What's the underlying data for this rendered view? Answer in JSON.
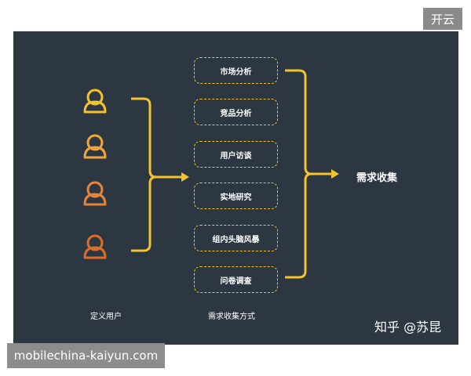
{
  "badge": "开云",
  "watermark": "mobilechina-kaiyun.com",
  "users": {
    "caption": "定义用户",
    "colors": [
      "#f2c32e",
      "#f0a53a",
      "#e8843a",
      "#dd6b2a"
    ]
  },
  "methods": {
    "caption": "需求收集方式",
    "items": [
      "市场分析",
      "竞品分析",
      "用户访谈",
      "实地研究",
      "组内头脑风暴",
      "问卷调查"
    ]
  },
  "result": "需求收集",
  "credit": "知乎 @苏昆",
  "colors": {
    "panel": "#2d3741",
    "accent": "#f2c32e",
    "text": "#ffffff"
  }
}
